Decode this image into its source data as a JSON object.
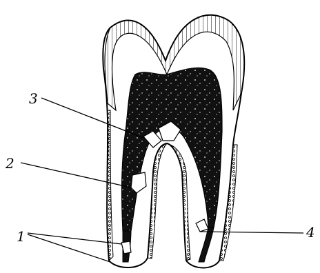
{
  "diagram": {
    "labels": {
      "l1": "1",
      "l2": "2",
      "l3": "3",
      "l4": "4"
    },
    "colors": {
      "ink": "#000000",
      "pulp": "#111111",
      "paper": "#ffffff"
    }
  }
}
